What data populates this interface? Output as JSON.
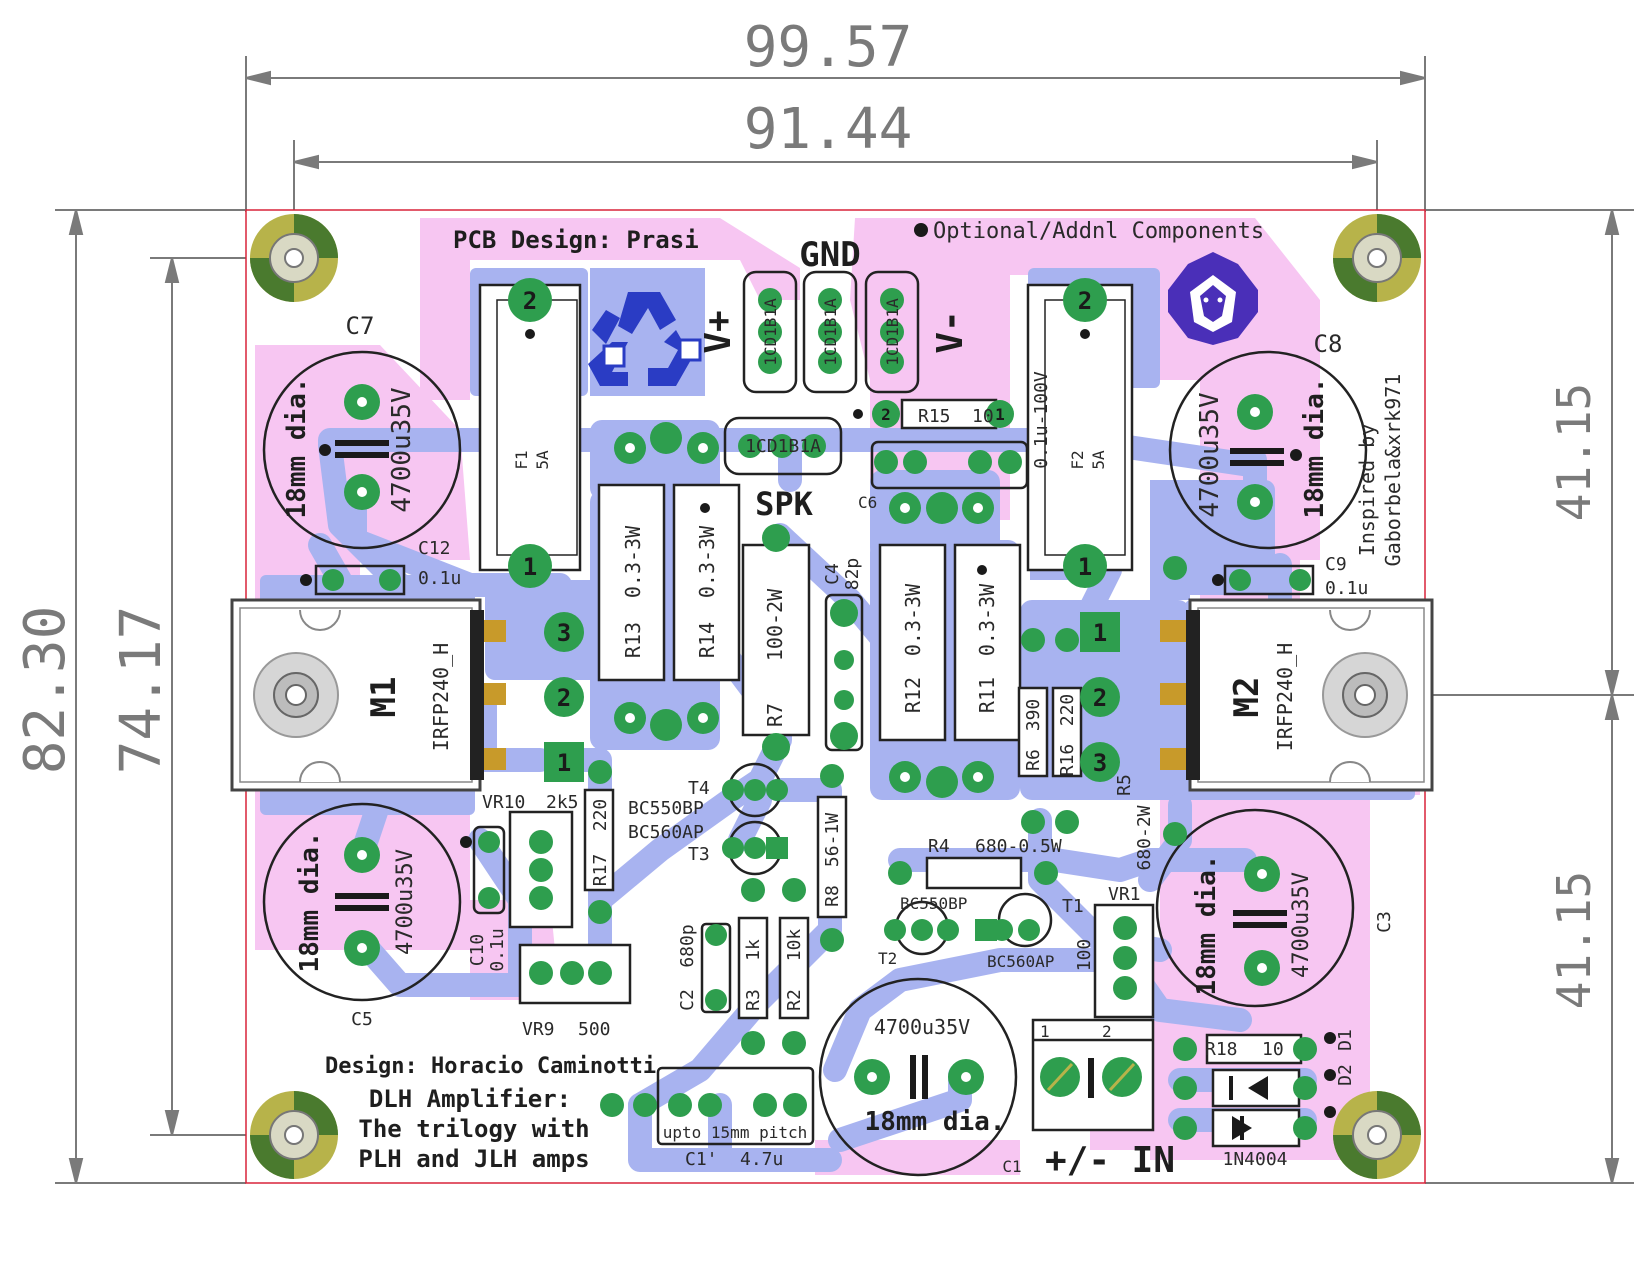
{
  "dimensions": {
    "outer_width": "99.57",
    "inner_width": "91.44",
    "outer_height": "82.30",
    "inner_height": "74.17",
    "right_top": "41.15",
    "right_bottom": "41.15"
  },
  "header": {
    "pcb_design": "PCB Design: Prasi",
    "optional": "Optional/Addnl Components",
    "gnd": "GND",
    "v_plus": "V+",
    "v_minus": "V-",
    "spk": "SPK",
    "inspired": [
      "Inspired by",
      "Gaborbela&xrk971"
    ]
  },
  "credits": {
    "design": "Design: Horacio Caminotti",
    "title_lines": [
      "DLH Amplifier:",
      "The trilogy with",
      "PLH and JLH amps"
    ]
  },
  "input_label": "+/- IN",
  "pad_numbers": {
    "one": "1",
    "two": "2",
    "three": "3"
  },
  "components": {
    "c7": "C7",
    "c8": "C8",
    "c5": "C5",
    "c3": "C3",
    "c1": "C1",
    "cap_value": "4700u35V",
    "cap_dia": "18mm dia.",
    "c12": "C12",
    "c12_val": "0.1u",
    "c9": "C9",
    "c9_val": "0.1u",
    "c10": "C10",
    "c10_val": "0.1u",
    "c6": "C6",
    "c6_val": "0.1u-100V",
    "c4": "C4",
    "c4_val": "82p",
    "c2": "C2",
    "c2_val": "680p",
    "c1p": "C1'",
    "c1p_val": "4.7u",
    "c1p_note": "upto 15mm pitch",
    "f1": "F1",
    "f2": "F2",
    "fuse_val": "5A",
    "m1": "M1",
    "m2": "M2",
    "mosfet": "IRFP240_H",
    "r13": "R13",
    "r14": "R14",
    "r12": "R12",
    "r11": "R11",
    "r_pow": "0.3-3W",
    "r7": "R7",
    "r7_val": "100-2W",
    "r15": "R15",
    "r15_val": "10",
    "r8": "R8",
    "r8_val": "56-1W",
    "r4": "R4",
    "r4_val": "680-0.5W",
    "r5": "R5",
    "r5_val": "680-2W",
    "r6": "R6",
    "r6_val": "390",
    "r16": "R16",
    "r16_val": "220",
    "r17": "R17",
    "r17_val": "220",
    "r3": "R3",
    "r3_val": "1k",
    "r2": "R2",
    "r2_val": "10k",
    "r18": "R18",
    "r18_val": "10",
    "vr10": "VR10",
    "vr10_val": "2k5",
    "vr9": "VR9",
    "vr9_val": "500",
    "vr1": "VR1",
    "vr1_val": "100",
    "t1": "T1",
    "t2": "T2",
    "t3": "T3",
    "t4": "T4",
    "bc550": "BC550BP",
    "bc560": "BC560AP",
    "d1": "D1",
    "d2": "D2",
    "diode": "1N4004",
    "screw": "1CD1B1A"
  },
  "colors": {
    "pink": "#f7c6f2",
    "blue": "#a8b3f0",
    "pad": "#2e9e4e",
    "pad_inner": "#c89a2a",
    "edge": "#d8233a",
    "dim": "#7a7a7a"
  }
}
